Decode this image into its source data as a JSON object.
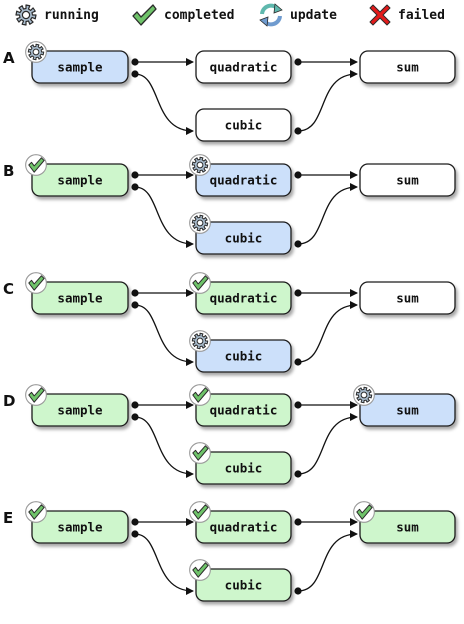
{
  "legend": [
    {
      "icon": "gear-icon",
      "label": "running"
    },
    {
      "icon": "check-icon",
      "label": "completed"
    },
    {
      "icon": "update-icon",
      "label": "update"
    },
    {
      "icon": "cross-icon",
      "label": "failed"
    }
  ],
  "colors": {
    "running_fill": "#cce0fa",
    "completed_fill": "#cef6cc",
    "pending_fill": "#ffffff",
    "check_green": "#6fc36a",
    "gear_fill": "#a9bccd",
    "update_teal": "#5fb8ad",
    "update_blue": "#6f9bcf",
    "failed_red": "#e31b1b"
  },
  "nodes": {
    "sample": "sample",
    "quadratic": "quadratic",
    "cubic": "cubic",
    "sum": "sum"
  },
  "panels": [
    {
      "label": "A",
      "states": {
        "sample": "running",
        "quadratic": "pending",
        "cubic": "pending",
        "sum": "pending"
      }
    },
    {
      "label": "B",
      "states": {
        "sample": "completed",
        "quadratic": "running",
        "cubic": "running",
        "sum": "pending"
      }
    },
    {
      "label": "C",
      "states": {
        "sample": "completed",
        "quadratic": "completed",
        "cubic": "running",
        "sum": "pending"
      }
    },
    {
      "label": "D",
      "states": {
        "sample": "completed",
        "quadratic": "completed",
        "cubic": "completed",
        "sum": "running"
      }
    },
    {
      "label": "E",
      "states": {
        "sample": "completed",
        "quadratic": "completed",
        "cubic": "completed",
        "sum": "completed"
      }
    }
  ]
}
